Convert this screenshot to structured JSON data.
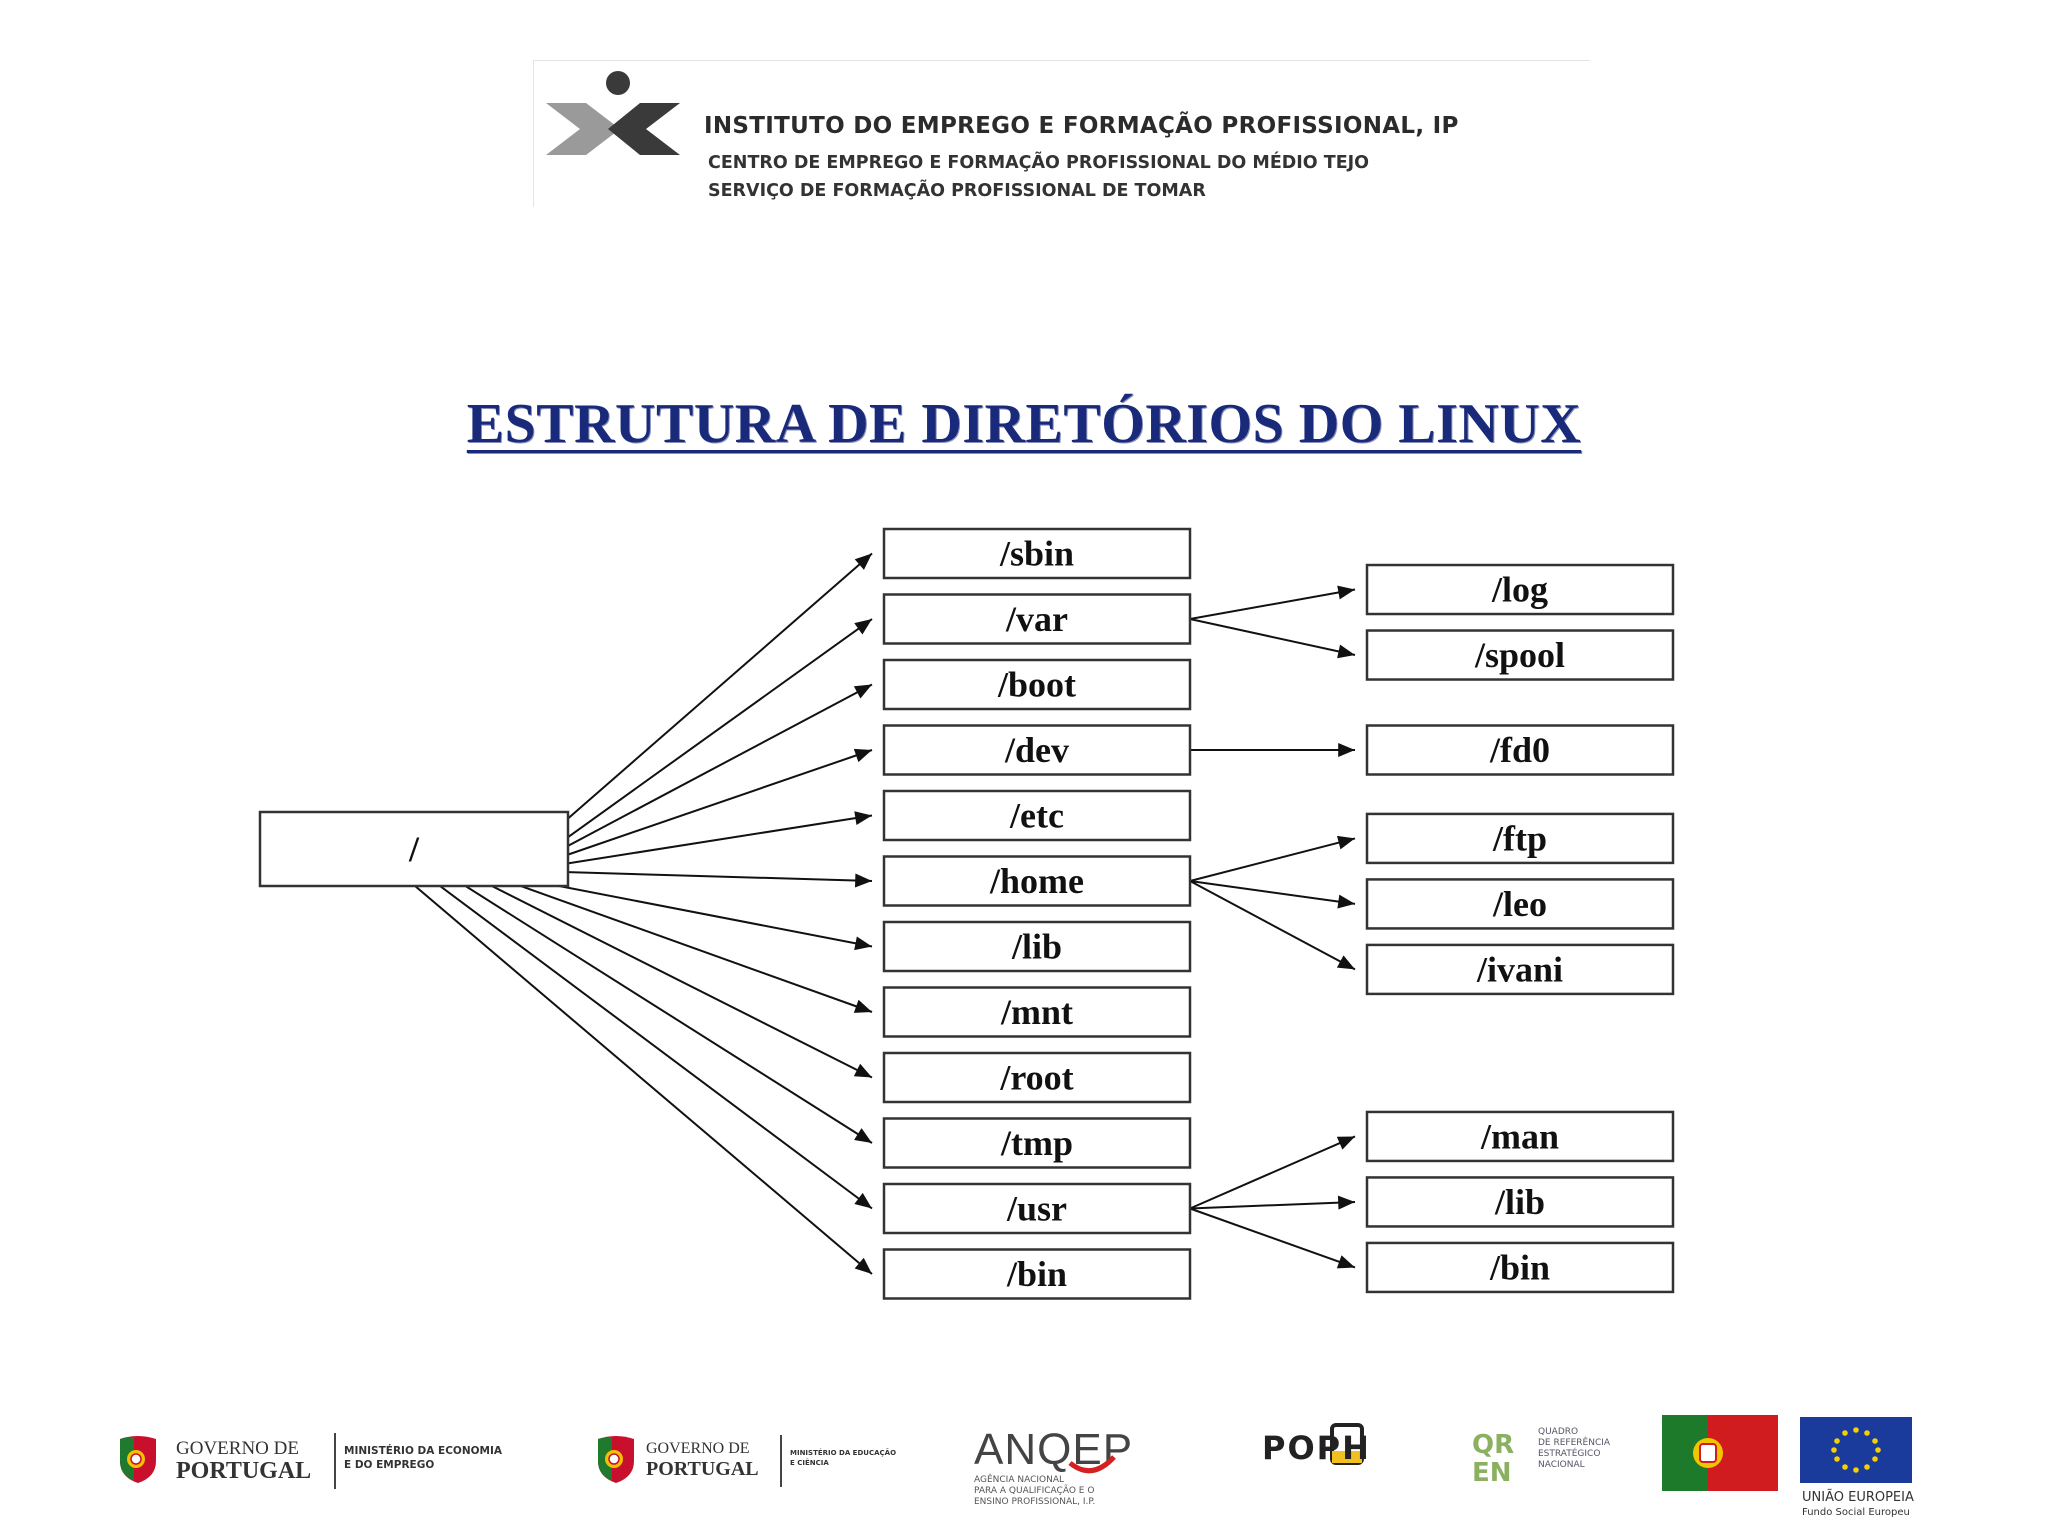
{
  "header": {
    "institute_name": "INSTITUTO DO EMPREGO E FORMAÇÃO PROFISSIONAL, IP",
    "subtitle_1": "CENTRO DE EMPREGO E FORMAÇÃO PROFISSIONAL DO MÉDIO TEJO",
    "subtitle_2": "SERVIÇO DE FORMAÇÃO PROFISSIONAL DE TOMAR",
    "logo": "iefp-logo"
  },
  "title": "ESTRUTURA DE DIRETÓRIOS DO LINUX",
  "tree": {
    "root": "/",
    "children": [
      {
        "id": "sbin",
        "label": "/sbin",
        "children": []
      },
      {
        "id": "var",
        "label": "/var",
        "children": [
          {
            "id": "log",
            "label": "/log"
          },
          {
            "id": "spool",
            "label": "/spool"
          }
        ]
      },
      {
        "id": "boot",
        "label": "/boot",
        "children": []
      },
      {
        "id": "dev",
        "label": "/dev",
        "children": [
          {
            "id": "fd0",
            "label": "/fd0"
          }
        ]
      },
      {
        "id": "etc",
        "label": "/etc",
        "children": []
      },
      {
        "id": "home",
        "label": "/home",
        "children": [
          {
            "id": "ftp",
            "label": "/ftp"
          },
          {
            "id": "leo",
            "label": "/leo"
          },
          {
            "id": "ivani",
            "label": "/ivani"
          }
        ]
      },
      {
        "id": "lib",
        "label": "/lib",
        "children": []
      },
      {
        "id": "mnt",
        "label": "/mnt",
        "children": []
      },
      {
        "id": "root",
        "label": "/root",
        "children": []
      },
      {
        "id": "tmp",
        "label": "/tmp",
        "children": []
      },
      {
        "id": "usr",
        "label": "/usr",
        "children": [
          {
            "id": "man",
            "label": "/man"
          },
          {
            "id": "usr-lib",
            "label": "/lib"
          },
          {
            "id": "usr-bin",
            "label": "/bin"
          }
        ]
      },
      {
        "id": "bin",
        "label": "/bin",
        "children": []
      }
    ]
  },
  "footer": {
    "gov1": {
      "line1": "GOVERNO DE",
      "line2": "PORTUGAL",
      "ministry_1": "MINISTÉRIO DA ECONOMIA",
      "ministry_2": "E DO EMPREGO"
    },
    "gov2": {
      "line1": "GOVERNO DE",
      "line2": "PORTUGAL",
      "ministry_1": "MINISTÉRIO DA EDUCAÇÃO",
      "ministry_2": "E CIÊNCIA"
    },
    "anqep": {
      "name": "ANQEP",
      "l1": "AGÊNCIA NACIONAL",
      "l2": "PARA A QUALIFICAÇÃO E O",
      "l3": "ENSINO PROFISSIONAL, I.P."
    },
    "poph": {
      "name": "POPH"
    },
    "qren": {
      "l1": "QUADRO",
      "l2": "DE REFERÊNCIA",
      "l3": "ESTRATÉGICO",
      "l4": "NACIONAL"
    },
    "eu": {
      "line1": "UNIÃO EUROPEIA",
      "line2": "Fundo Social Europeu"
    }
  },
  "colors": {
    "title": "#1a2a7a",
    "box_border": "#333333",
    "arrow": "#111111"
  }
}
